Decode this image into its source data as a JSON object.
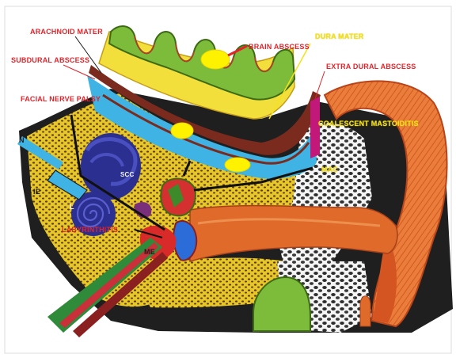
{
  "labels": {
    "arachnoid_mater": "ARACHNOID MATER",
    "brain_abscess": "BRAIN ABSCESS",
    "dura_mater": "DURA MATER",
    "subdural_abscess": "SUBDURAL ABSCESS",
    "extra_dural_abscess": "EXTRA DURAL ABSCESS",
    "facial_nerve_palsy": "FACIAL NERVE PALSY",
    "coalescent_mastoiditis": "COALESCENT MASTOIDITIS",
    "n": "N",
    "scc": "SCC",
    "mac": "MAC",
    "ie": "IE",
    "l": "L",
    "labyrinthitis": "LABYRINTHITIS",
    "me": "ME"
  },
  "colors": {
    "background": "#ffffff",
    "label_red": "#e2232a",
    "label_yellow": "#f6e21a",
    "brain_green": "#7dbb3a",
    "pia_yellow": "#f2df3c",
    "csf_blue": "#3fb3e3",
    "bone_yellow": "#e9c72c",
    "canal_orange": "#e06a2a",
    "labyrinth_navy": "#2b2f8f",
    "mastoid_gray": "#5a5a5a",
    "abscess_yellow": "#fff200"
  }
}
